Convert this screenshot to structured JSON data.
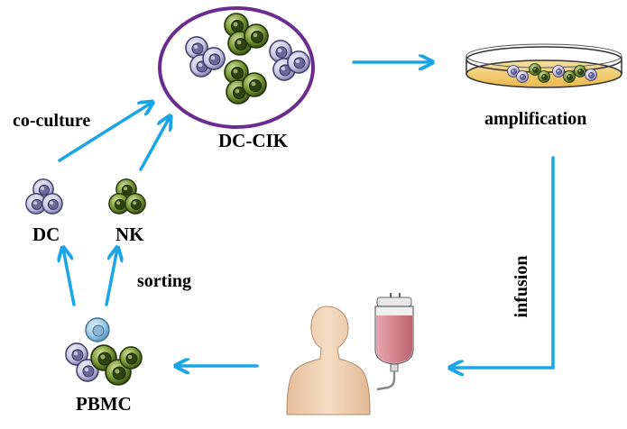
{
  "labels": {
    "dc_cik": "DC-CIK",
    "amplification": "amplification",
    "co_culture": "co-culture",
    "dc": "DC",
    "nk": "NK",
    "sorting": "sorting",
    "pbmc": "PBMC",
    "infusion": "infusion"
  },
  "colors": {
    "arrow": "#1aa6e6",
    "ellipse": "#6a2c8e",
    "dc_cell": "#c9c6e4",
    "nk_cell": "#5f7d2b",
    "iv_bag_fluid": "#d9929a",
    "dish_medium": "#f2cf72",
    "skin": "#ecc9a8"
  },
  "icons": {
    "dc_cluster": "dc-cell-cluster-icon",
    "nk_cluster": "nk-cell-cluster-icon",
    "culture_dish": "petri-dish-icon",
    "patient": "patient-silhouette-icon",
    "iv_bag": "iv-bag-icon"
  }
}
